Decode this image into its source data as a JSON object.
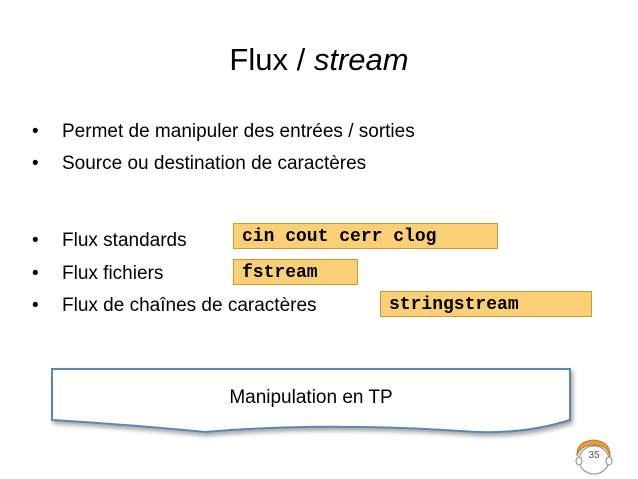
{
  "slide": {
    "title_main": "Flux /",
    "title_italic": "stream",
    "bullets": [
      "Permet de manipuler des entrées / sorties",
      "Source ou destination de caractères",
      "Flux standards",
      "Flux fichiers",
      "Flux de chaînes de caractères"
    ],
    "bullet_glyph": "•",
    "code_labels": {
      "standards": "cin cout cerr clog",
      "fichiers": "fstream",
      "chaines": "stringstream"
    },
    "callout_text": "Manipulation en TP",
    "page_number": "35"
  },
  "colors": {
    "code_fill": "#fbcf75",
    "callout_border": "#5b86b0",
    "logo_hair": "#e0a040"
  }
}
